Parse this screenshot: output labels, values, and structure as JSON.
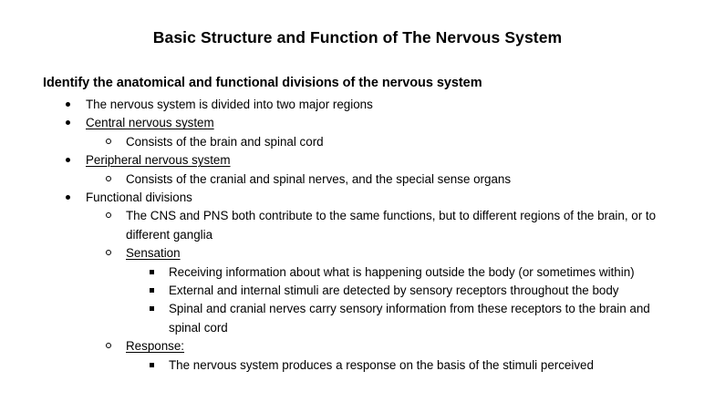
{
  "document": {
    "title": "Basic Structure and Function of The Nervous System",
    "heading": "Identify the anatomical and functional divisions of the nervous system",
    "outline": {
      "b1": "The nervous system is divided into two major regions",
      "b2": "Central nervous system ",
      "b2s1": "Consists of the brain and spinal cord",
      "b3": "Peripheral nervous system ",
      "b3s1": "Consists of the cranial and spinal nerves, and the special sense organs",
      "b4": "Functional divisions",
      "b4s1": "The CNS and PNS both contribute to the same functions, but to different regions of the brain, or to different ganglia",
      "b4s2": "Sensation",
      "b4s2i1": "Receiving information about what is happening outside the body (or sometimes within)",
      "b4s2i2": "External and internal stimuli are detected by sensory receptors throughout the body",
      "b4s2i3": "Spinal and cranial nerves carry sensory information from these receptors to the brain and spinal cord",
      "b4s3": "Response:",
      "b4s3i1": "The nervous system produces a response on the basis of the stimuli perceived"
    }
  }
}
